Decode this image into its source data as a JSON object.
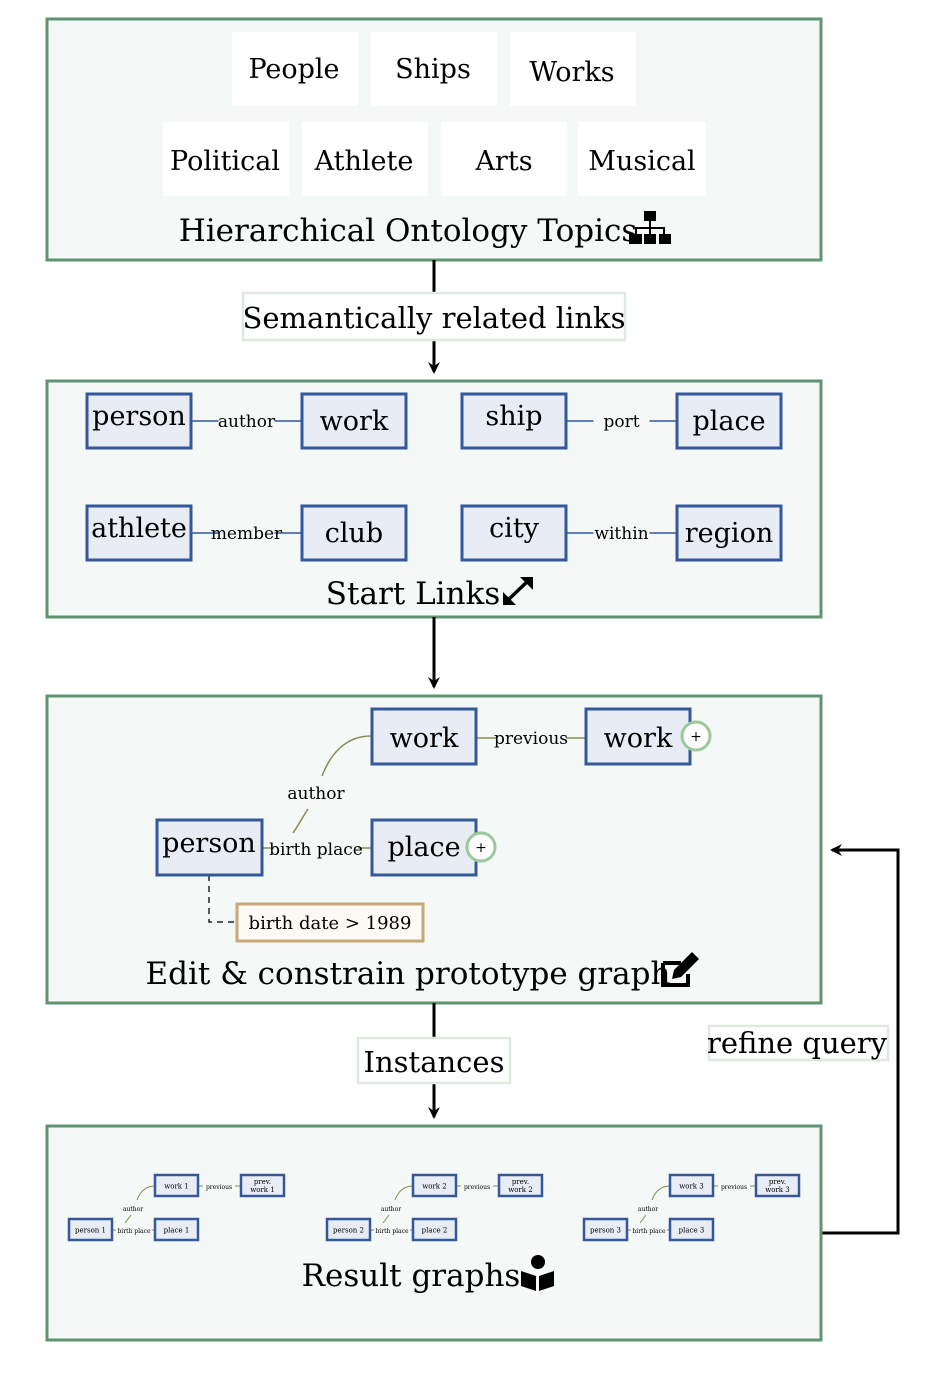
{
  "colors": {
    "panel_border": "#5f9470",
    "panel_fill": "#f4f8f6",
    "node_border": "#34589a",
    "node_fill": "#e8ecf4",
    "edge": "#34589a",
    "prototype_edge": "#8a8a4a",
    "plus_ring": "#9cc99a",
    "constraint_border": "#c9a878",
    "label_border": "#dfeadf",
    "arrow": "#000000"
  },
  "topics": {
    "row1": [
      "People",
      "Ships",
      "Works"
    ],
    "row2": [
      "Political",
      "Athlete",
      "Arts",
      "Musical"
    ],
    "caption": "Hierarchical Ontology Topics",
    "icon": "sitemap-icon"
  },
  "arrow_labels": {
    "semantic": "Semantically related links",
    "instances": "Instances",
    "refine": "refine query"
  },
  "start_links": {
    "caption": "Start Links",
    "icon": "expand-arrows-icon",
    "links": [
      {
        "source": "person",
        "relation": "author",
        "target": "work"
      },
      {
        "source": "ship",
        "relation": "port",
        "target": "place"
      },
      {
        "source": "athlete",
        "relation": "member",
        "target": "club"
      },
      {
        "source": "city",
        "relation": "within",
        "target": "region"
      }
    ]
  },
  "prototype": {
    "caption": "Edit & constrain prototype graph",
    "icon": "edit-icon",
    "nodes": {
      "work_a": "work",
      "work_b": "work",
      "person": "person",
      "place": "place"
    },
    "edges": {
      "previous": "previous",
      "author": "author",
      "birth_place": "birth place"
    },
    "constraint": "birth date > 1989",
    "plus": "+"
  },
  "results": {
    "caption": "Result graphs",
    "icon": "book-reader-icon",
    "graphs": [
      {
        "work": "work 1",
        "prev": [
          "prev.",
          "work 1"
        ],
        "person": "person 1",
        "place": "place 1",
        "author": "author",
        "previous": "previous",
        "birth_place": "birth place"
      },
      {
        "work": "work 2",
        "prev": [
          "prev.",
          "work 2"
        ],
        "person": "person 2",
        "place": "place 2",
        "author": "author",
        "previous": "previous",
        "birth_place": "birth place"
      },
      {
        "work": "work 3",
        "prev": [
          "prev.",
          "work 3"
        ],
        "person": "person 3",
        "place": "place 3",
        "author": "author",
        "previous": "previous",
        "birth_place": "birth place"
      }
    ]
  }
}
